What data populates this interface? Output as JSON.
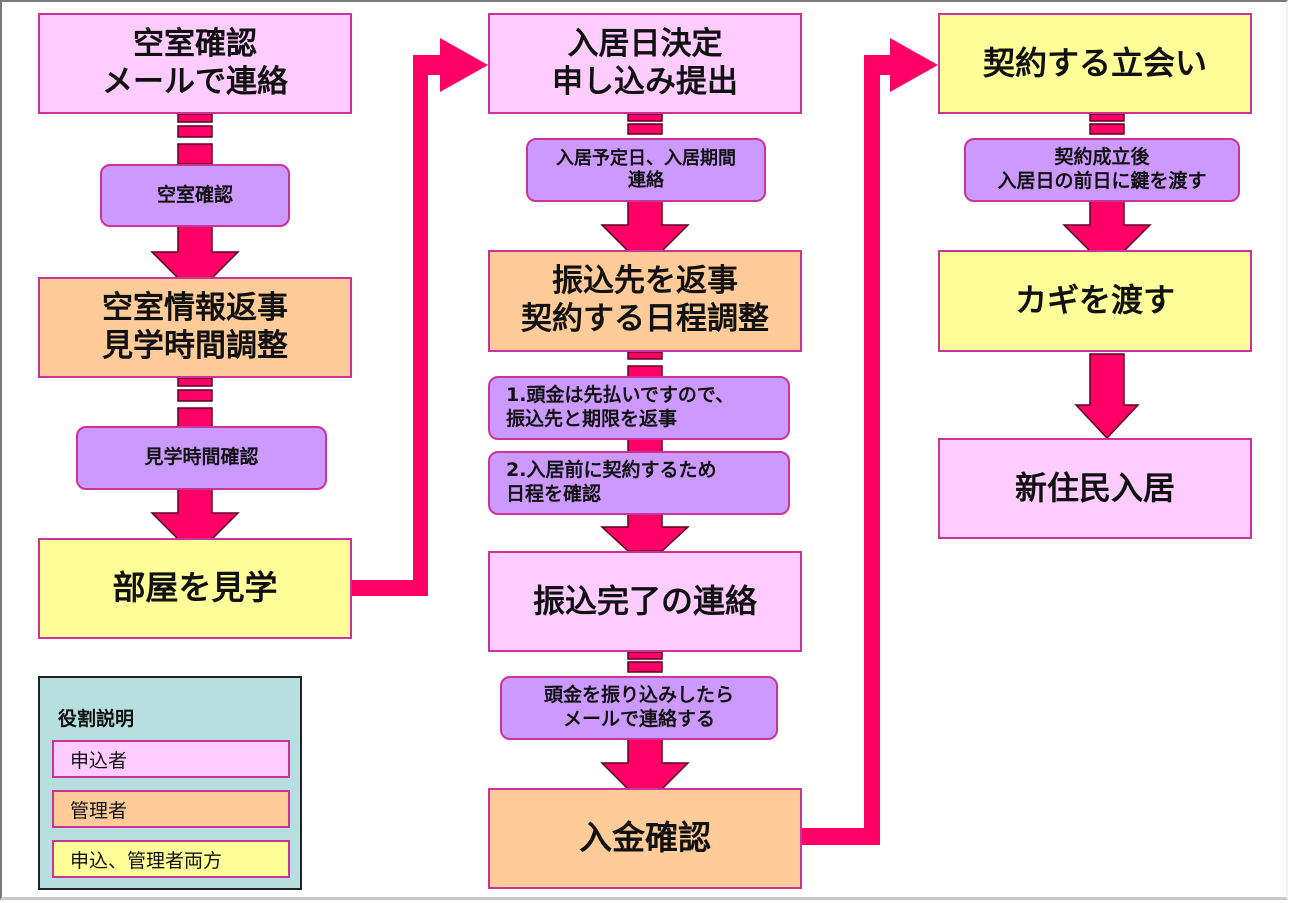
{
  "colors": {
    "applicant": "#ffccff",
    "manager": "#ffcc99",
    "both": "#ffff99",
    "note": "#cc99ff",
    "arrow": "#ff0066",
    "border": "#cc3399",
    "legend_bg": "#b7dfe0"
  },
  "column1": {
    "step1": "空室確認\nメールで連絡",
    "note1": "空室確認",
    "step2": "空室情報返事\n見学時間調整",
    "note2": "見学時間確認",
    "step3": "部屋を見学"
  },
  "column2": {
    "step1": "入居日決定\n申し込み提出",
    "note1": "入居予定日、入居期間\n連絡",
    "step2": "振込先を返事\n契約する日程調整",
    "note2a": "1.頭金は先払いですので、\n振込先と期限を返事",
    "note2b": "2.入居前に契約するため\n日程を確認",
    "step3": "振込完了の連絡",
    "note3": "頭金を振り込みしたら\nメールで連絡する",
    "step4": "入金確認"
  },
  "column3": {
    "step1": "契約する立会い",
    "note1": "契約成立後\n入居日の前日に鍵を渡す",
    "step2": "カギを渡す",
    "step3": "新住民入居"
  },
  "legend": {
    "title": "役割説明",
    "items": [
      {
        "role": "applicant",
        "label": "申込者"
      },
      {
        "role": "manager",
        "label": "管理者"
      },
      {
        "role": "both",
        "label": "申込、管理者両方"
      }
    ]
  }
}
